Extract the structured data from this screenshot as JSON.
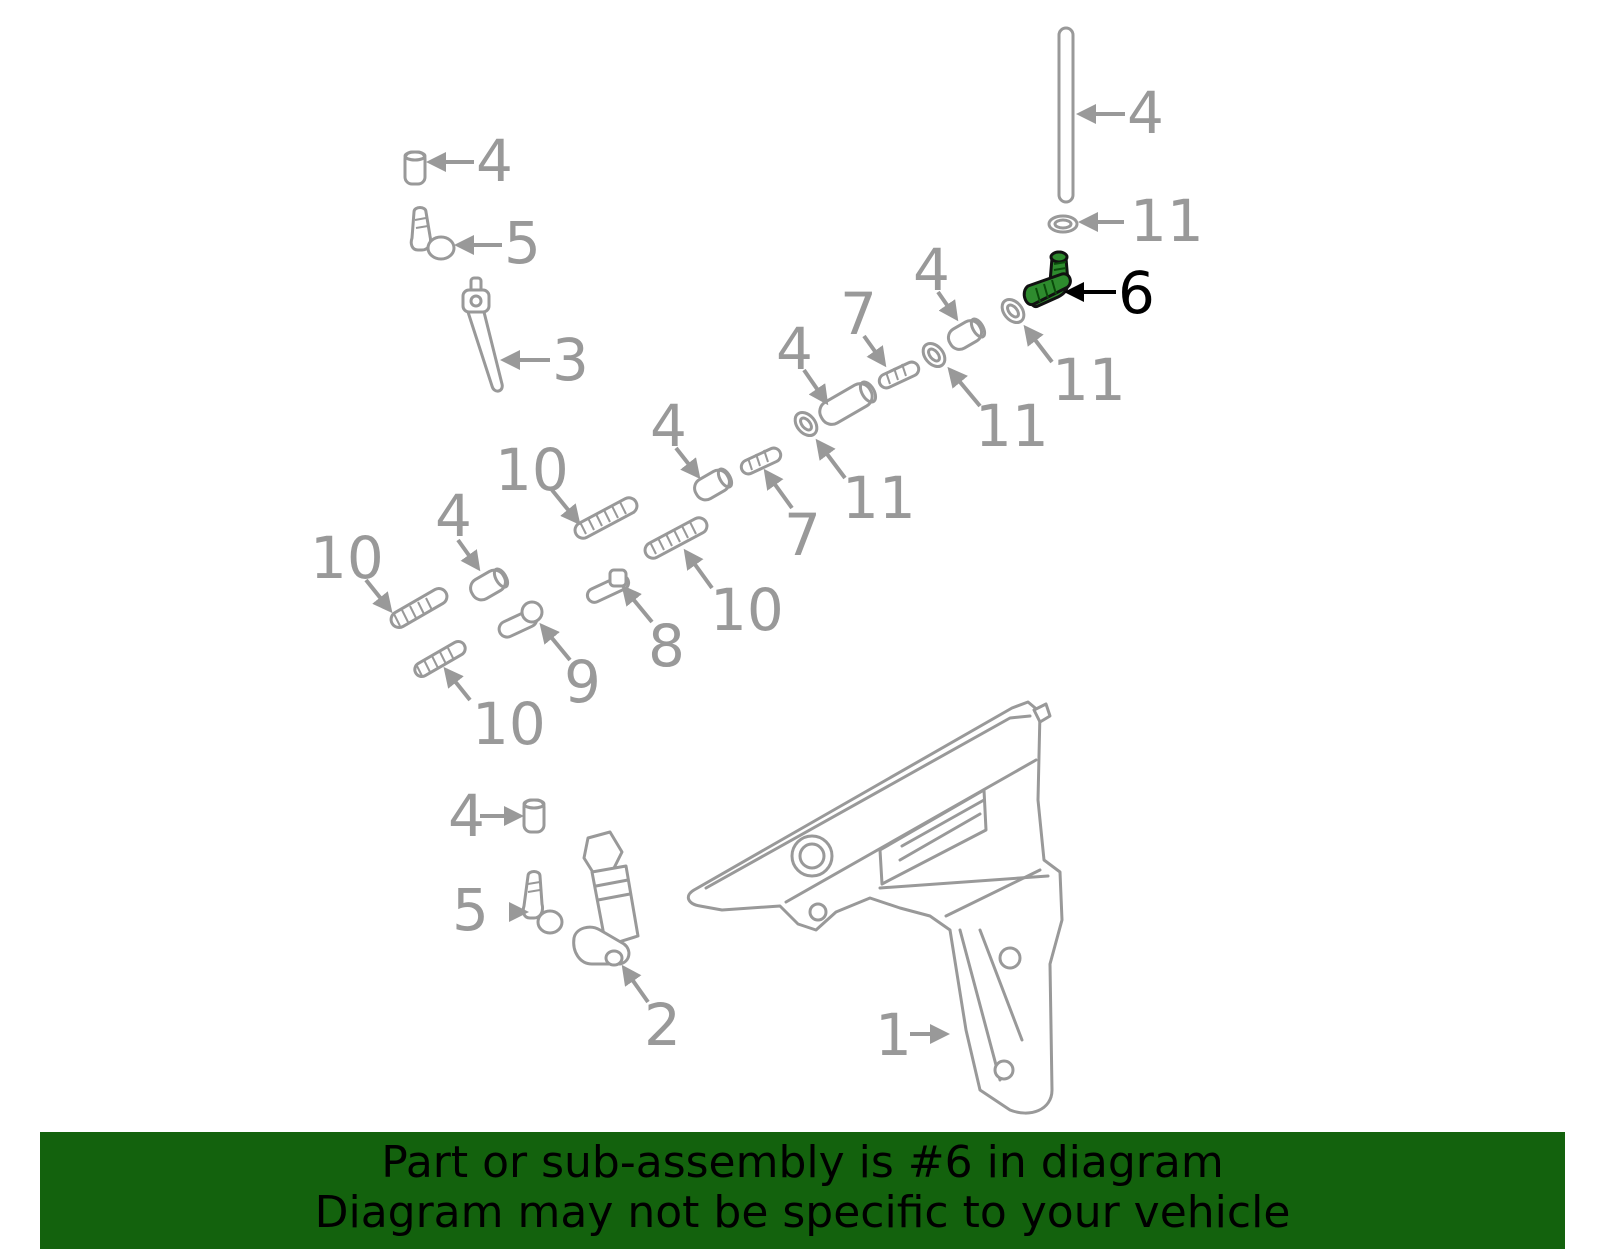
{
  "callouts": {
    "top_right_4": "4",
    "top_left_4": "4",
    "upper_left_5": "5",
    "upper_left_3": "3",
    "upper_right_11": "11",
    "highlight_6": "6",
    "mid_4_a": "4",
    "mid_7_a": "7",
    "mid_4_b": "4",
    "right_11_a": "11",
    "right_11_b": "11",
    "mid_11": "11",
    "mid_4_c": "4",
    "mid_7_b": "7",
    "left_10_a": "10",
    "left_10_b": "10",
    "left_4": "4",
    "mid_10": "10",
    "mid_8": "8",
    "mid_9": "9",
    "bottom_10": "10",
    "lower_4": "4",
    "lower_5": "5",
    "pump_2": "2",
    "tank_1": "1"
  },
  "banner": {
    "line1": "Part or sub-assembly is #6 in diagram",
    "line2": "Diagram may not be specific to your vehicle"
  },
  "colors": {
    "diagram_gray": "#999999",
    "highlight_green": "#2e8b2e",
    "banner_green": "#13620d",
    "banner_text": "#000000"
  }
}
